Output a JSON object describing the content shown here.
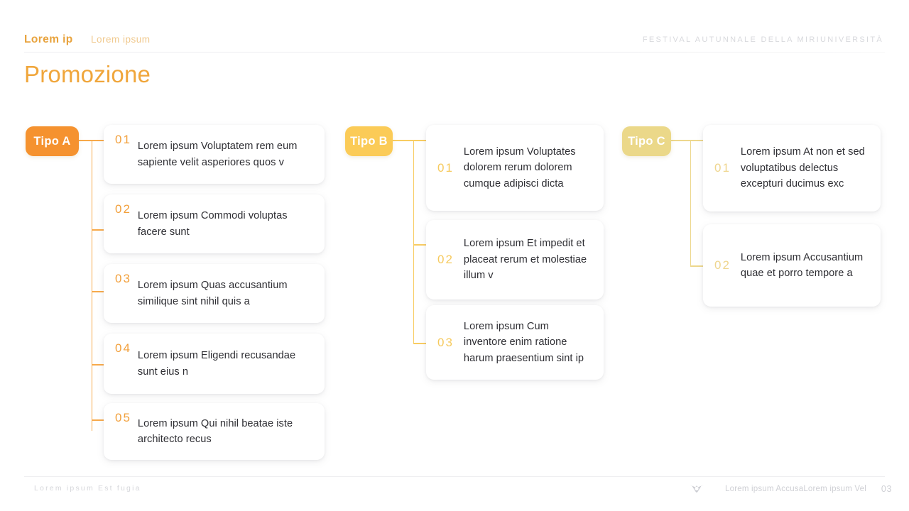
{
  "header": {
    "logo_text": "Lorem ip",
    "subtitle": "Lorem ipsum",
    "right_text": "FESTIVAL AUTUNNALE DELLA MIRIUNIVERSITÀ"
  },
  "page_title": "Promozione",
  "colors": {
    "title": "#F0A63B",
    "badge_a": "#F5922F",
    "badge_b": "#FBCB57",
    "badge_c": "#EBD889",
    "num_a": "#F2A03C",
    "num_b": "#F6CA5E",
    "num_c": "#EFD68F",
    "connector_a": "#F7A94A",
    "connector_b": "#F8CC62",
    "connector_c": "#EDD78D",
    "body_text": "#2E2E33"
  },
  "columns": [
    {
      "badge_label": "Tipo A",
      "items": [
        {
          "num": "01",
          "text": "Lorem ipsum Voluptatem rem eum sapiente velit asperiores quos v"
        },
        {
          "num": "02",
          "text": "Lorem ipsum Commodi voluptas facere sunt"
        },
        {
          "num": "03",
          "text": "Lorem ipsum Quas accusantium similique sint nihil quis a"
        },
        {
          "num": "04",
          "text": "Lorem ipsum Eligendi recusandae sunt eius n"
        },
        {
          "num": "05",
          "text": "Lorem ipsum Qui nihil beatae iste architecto recus"
        }
      ]
    },
    {
      "badge_label": "Tipo B",
      "items": [
        {
          "num": "01",
          "text": "Lorem ipsum Voluptates dolorem rerum dolorem cumque adipisci dicta"
        },
        {
          "num": "02",
          "text": "Lorem ipsum Et impedit et placeat rerum et molestiae illum v"
        },
        {
          "num": "03",
          "text": "Lorem ipsum Cum inventore enim ratione harum praesentium sint ip"
        }
      ]
    },
    {
      "badge_label": "Tipo C",
      "items": [
        {
          "num": "01",
          "text": "Lorem ipsum At non et sed voluptatibus delectus excepturi ducimus exc"
        },
        {
          "num": "02",
          "text": "Lorem ipsum Accusantium quae et porro tempore a"
        }
      ]
    }
  ],
  "footer": {
    "left_text": "Lorem ipsum Est fugia",
    "right_text": "Lorem ipsum AccusaLorem ipsum Vel",
    "page_number": "03"
  }
}
